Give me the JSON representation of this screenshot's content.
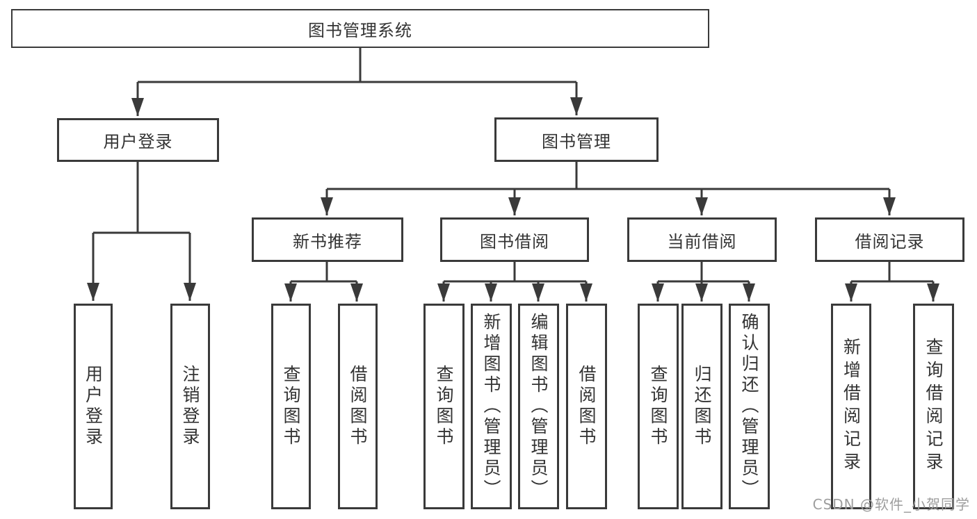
{
  "tree": {
    "label": "图书管理系统",
    "children": [
      {
        "label": "用户登录",
        "children": [
          {
            "label": "用户登录"
          },
          {
            "label": "注销登录"
          }
        ]
      },
      {
        "label": "图书管理",
        "children": [
          {
            "label": "新书推荐",
            "children": [
              {
                "label": "查询图书"
              },
              {
                "label": "借阅图书"
              }
            ]
          },
          {
            "label": "图书借阅",
            "children": [
              {
                "label": "查询图书"
              },
              {
                "label": "新增图书（管理员）"
              },
              {
                "label": "编辑图书（管理员）"
              },
              {
                "label": "借阅图书"
              }
            ]
          },
          {
            "label": "当前借阅",
            "children": [
              {
                "label": "查询图书"
              },
              {
                "label": "归还图书"
              },
              {
                "label": "确认归还（管理员）"
              }
            ]
          },
          {
            "label": "借阅记录",
            "children": [
              {
                "label": "新增借阅记录"
              },
              {
                "label": "查询借阅记录"
              }
            ]
          }
        ]
      }
    ]
  },
  "watermark": {
    "text": "CSDN @软件_小贺同学"
  },
  "colors": {
    "line": "#3a3a3a",
    "text": "#333333",
    "background": "#ffffff",
    "watermark": "#9e9e9e"
  }
}
